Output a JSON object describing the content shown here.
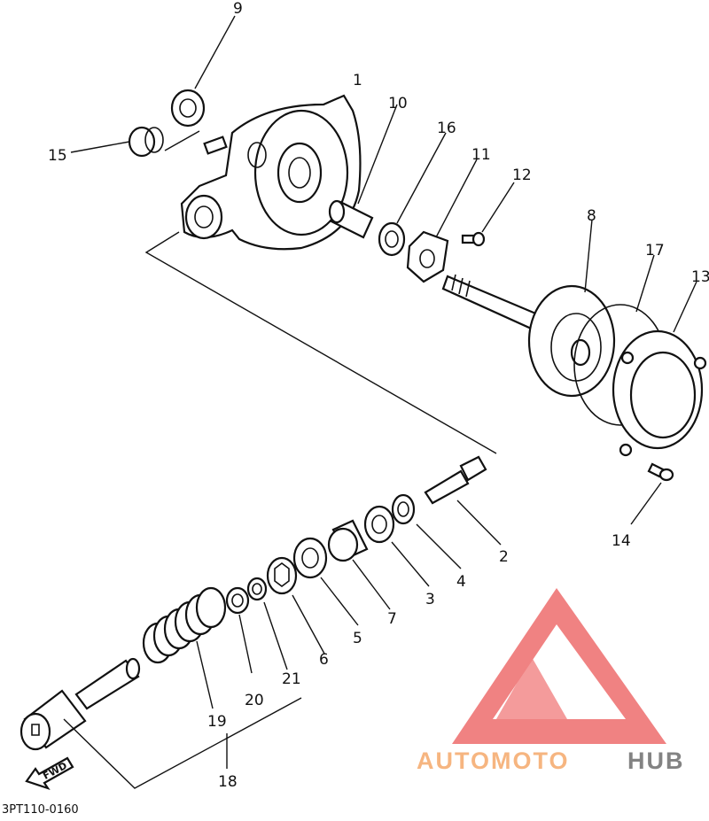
{
  "diagram": {
    "code": "3PT110-0160",
    "fwd_label": "FWD",
    "labels": {
      "p1": "1",
      "p2": "2",
      "p3": "3",
      "p4": "4",
      "p5": "5",
      "p6": "6",
      "p7": "7",
      "p8": "8",
      "p9": "9",
      "p10": "10",
      "p11": "11",
      "p12": "12",
      "p13": "13",
      "p14": "14",
      "p15": "15",
      "p16": "16",
      "p17": "17",
      "p18": "18",
      "p19": "19",
      "p20": "20",
      "p21": "21"
    }
  },
  "watermark": {
    "text_orange": "AUTOMOTO",
    "text_gray": "HUB",
    "colors": {
      "triangle": "#f07c7c",
      "orange": "#f6b27a",
      "gray": "#7d7d7d"
    }
  }
}
